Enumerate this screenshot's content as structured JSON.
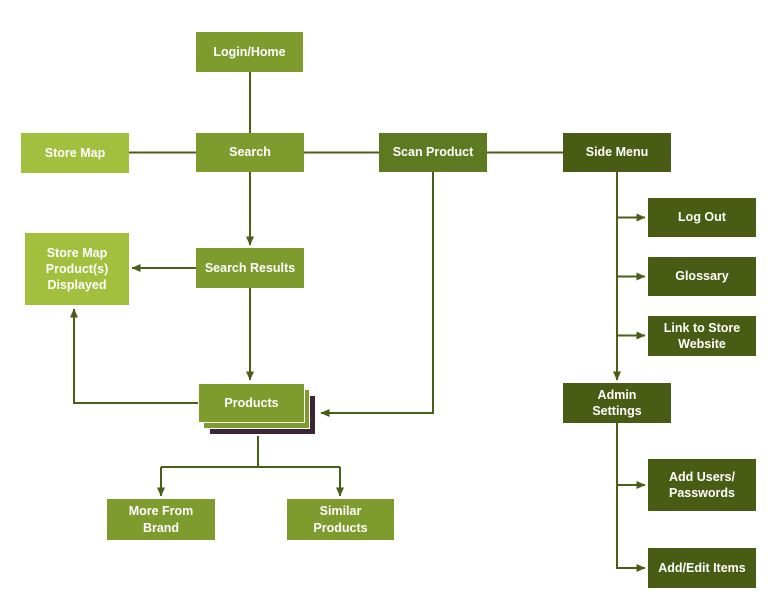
{
  "diagram_type": "app-navigation-flowchart",
  "colors": {
    "node_light_green": "#a2c03d",
    "node_medium_green": "#7e9b2e",
    "node_scan_green": "#5e7a20",
    "node_dark_olive": "#4a5c13",
    "stack_shadow_maroon": "#3b2638",
    "connector_line": "#4a5e17",
    "label_text": "#ffffff",
    "background": "#ffffff"
  },
  "nodes": {
    "login_home": {
      "label": "Login/Home"
    },
    "store_map": {
      "label": "Store Map"
    },
    "search": {
      "label": "Search"
    },
    "scan_product": {
      "label": "Scan Product"
    },
    "side_menu": {
      "label": "Side Menu"
    },
    "store_map_products_displayed": {
      "label": "Store Map\nProduct(s)\nDisplayed"
    },
    "search_results": {
      "label": "Search Results"
    },
    "products": {
      "label": "Products"
    },
    "more_from_brand": {
      "label": "More From\nBrand"
    },
    "similar_products": {
      "label": "Similar\nProducts"
    },
    "log_out": {
      "label": "Log Out"
    },
    "glossary": {
      "label": "Glossary"
    },
    "link_to_store_website": {
      "label": "Link to Store\nWebsite"
    },
    "admin_settings": {
      "label": "Admin\nSettings"
    },
    "add_users_passwords": {
      "label": "Add Users/\nPasswords"
    },
    "add_edit_items": {
      "label": "Add/Edit Items"
    }
  },
  "edges": [
    {
      "from": "login_home",
      "to": "search",
      "arrow": "none"
    },
    {
      "from": "store_map",
      "to": "search",
      "arrow": "none"
    },
    {
      "from": "search",
      "to": "scan_product",
      "arrow": "none"
    },
    {
      "from": "scan_product",
      "to": "side_menu",
      "arrow": "none"
    },
    {
      "from": "search",
      "to": "search_results",
      "arrow": "to"
    },
    {
      "from": "search_results",
      "to": "store_map_products_displayed",
      "arrow": "to"
    },
    {
      "from": "search_results",
      "to": "products",
      "arrow": "to"
    },
    {
      "from": "scan_product",
      "to": "products",
      "arrow": "to"
    },
    {
      "from": "products",
      "to": "store_map_products_displayed",
      "arrow": "to"
    },
    {
      "from": "products",
      "to": "more_from_brand",
      "arrow": "to"
    },
    {
      "from": "products",
      "to": "similar_products",
      "arrow": "to"
    },
    {
      "from": "side_menu",
      "to": "log_out",
      "arrow": "to"
    },
    {
      "from": "side_menu",
      "to": "glossary",
      "arrow": "to"
    },
    {
      "from": "side_menu",
      "to": "link_to_store_website",
      "arrow": "to"
    },
    {
      "from": "side_menu",
      "to": "admin_settings",
      "arrow": "to"
    },
    {
      "from": "admin_settings",
      "to": "add_users_passwords",
      "arrow": "to"
    },
    {
      "from": "admin_settings",
      "to": "add_edit_items",
      "arrow": "to"
    }
  ]
}
